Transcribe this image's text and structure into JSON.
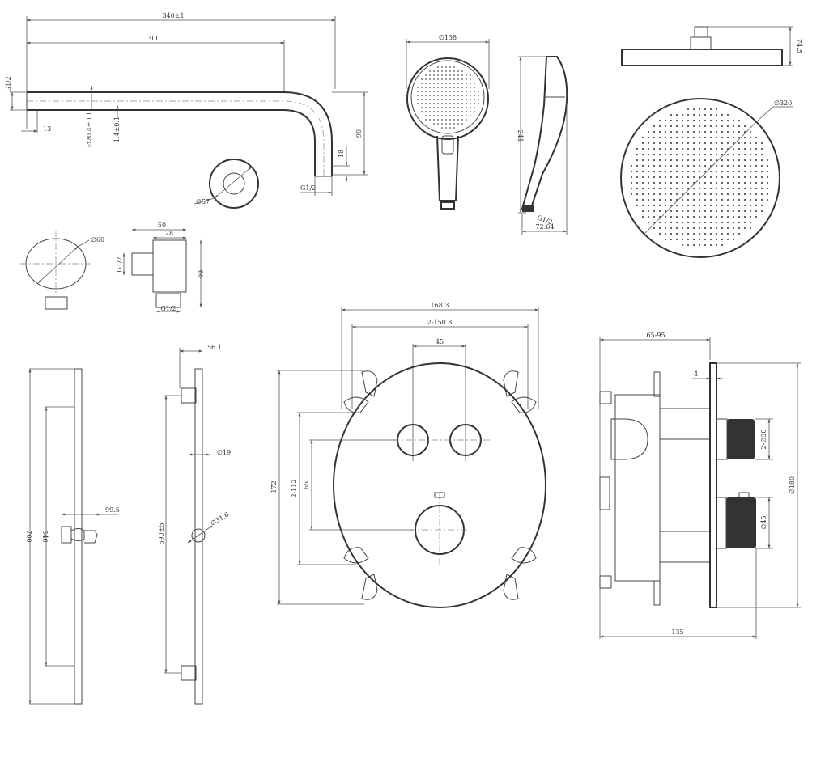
{
  "drawing": {
    "title": "Shower set technical drawing",
    "stroke_color": "#444444",
    "background": "#ffffff"
  },
  "shower_arm": {
    "overall_length": "340±1",
    "straight_length": "300",
    "thread_in": "G1/2",
    "thread_out": "G1/2",
    "thread_length": "13",
    "tube_diameter": "∅20.4±0.1",
    "wall_thickness": "1.4±0.1",
    "drop_height": "90",
    "outlet_length": "18",
    "flange_diameter": "∅57"
  },
  "hand_shower": {
    "head_diameter": "∅138",
    "length": "241",
    "depth": "72.64",
    "thread": "G1/2"
  },
  "rain_shower": {
    "height": "74.5",
    "diameter": "∅320"
  },
  "wall_outlet": {
    "flange_diameter": "∅60",
    "depth_total": "50",
    "depth_body": "28",
    "height": "60",
    "thread_in": "G1/2",
    "thread_out": "G1/2"
  },
  "slide_rail_front": {
    "total_length": "700",
    "inner_length": "540",
    "holder_width": "99.5"
  },
  "slide_rail_side": {
    "bracket_depth": "56.1",
    "rail_diameter": "∅19",
    "holder_diameter": "∅31.6",
    "fixing_distance": "590±5"
  },
  "mixer_front": {
    "overall_width": "168.3",
    "lug_spacing": "2-150.8",
    "button_spacing": "45",
    "overall_height": "172",
    "lug_height": "2-112",
    "knob_offset": "65"
  },
  "mixer_side": {
    "install_depth": "65-95",
    "plate_thickness": "4",
    "button_diameter": "2-∅30",
    "knob_diameter": "∅45",
    "plate_diameter": "∅180",
    "total_depth": "135"
  }
}
